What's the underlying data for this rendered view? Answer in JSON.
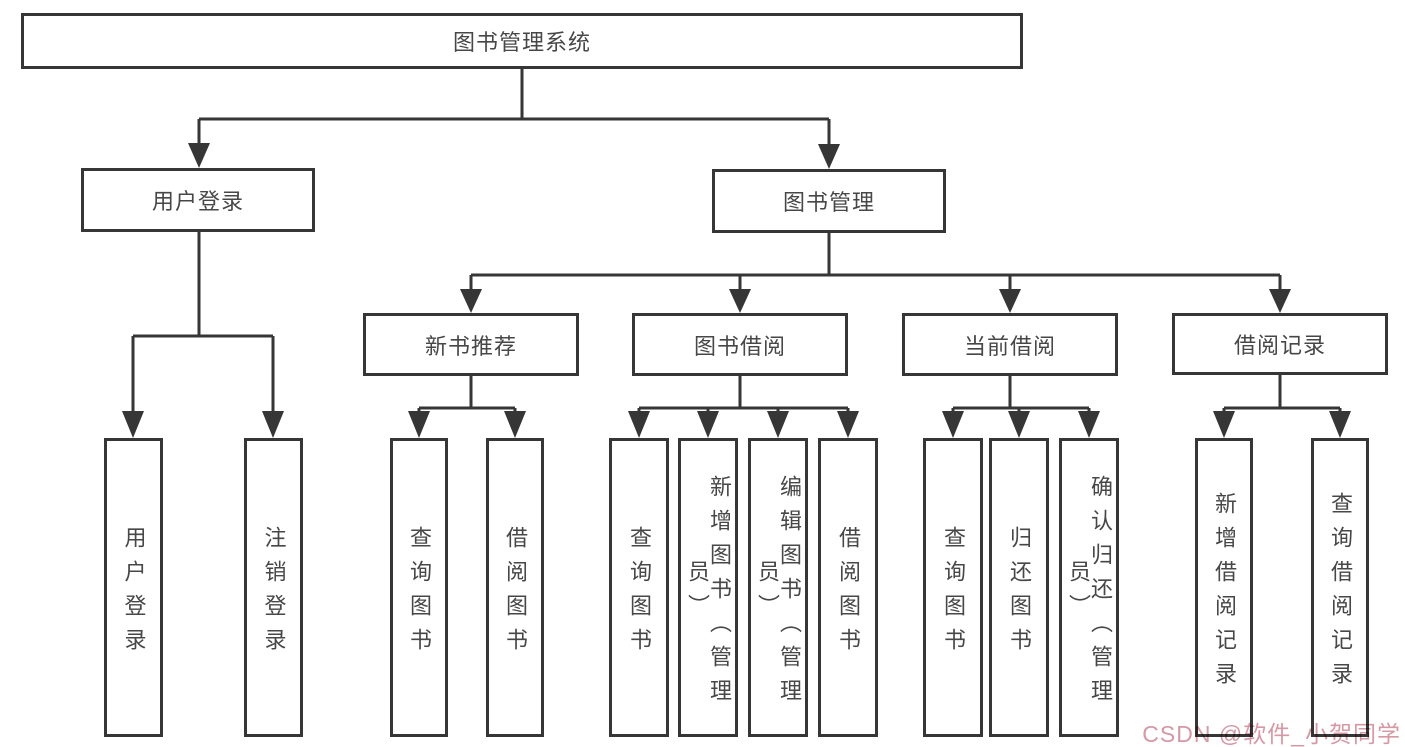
{
  "diagram": {
    "root": {
      "label": "图书管理系统"
    },
    "level1": {
      "user_login": {
        "label": "用户登录"
      },
      "book_management": {
        "label": "图书管理"
      }
    },
    "user_login_children": [
      "用户登录",
      "注销登录"
    ],
    "modules": [
      {
        "label": "新书推荐",
        "children": [
          "查询图书",
          "借阅图书"
        ]
      },
      {
        "label": "图书借阅",
        "children": [
          "查询图书",
          "新增图书（管理员）",
          "编辑图书（管理员）",
          "借阅图书"
        ]
      },
      {
        "label": "当前借阅",
        "children": [
          "查询图书",
          "归还图书",
          "确认归还（管理员）"
        ]
      },
      {
        "label": "借阅记录",
        "children": [
          "新增借阅记录",
          "查询借阅记录"
        ]
      }
    ],
    "watermark": "CSDN @软件_小贺同学"
  },
  "colors": {
    "line": "#363636",
    "text": "#474747",
    "watermark_pink": "#d598a4",
    "background": "#ffffff"
  }
}
